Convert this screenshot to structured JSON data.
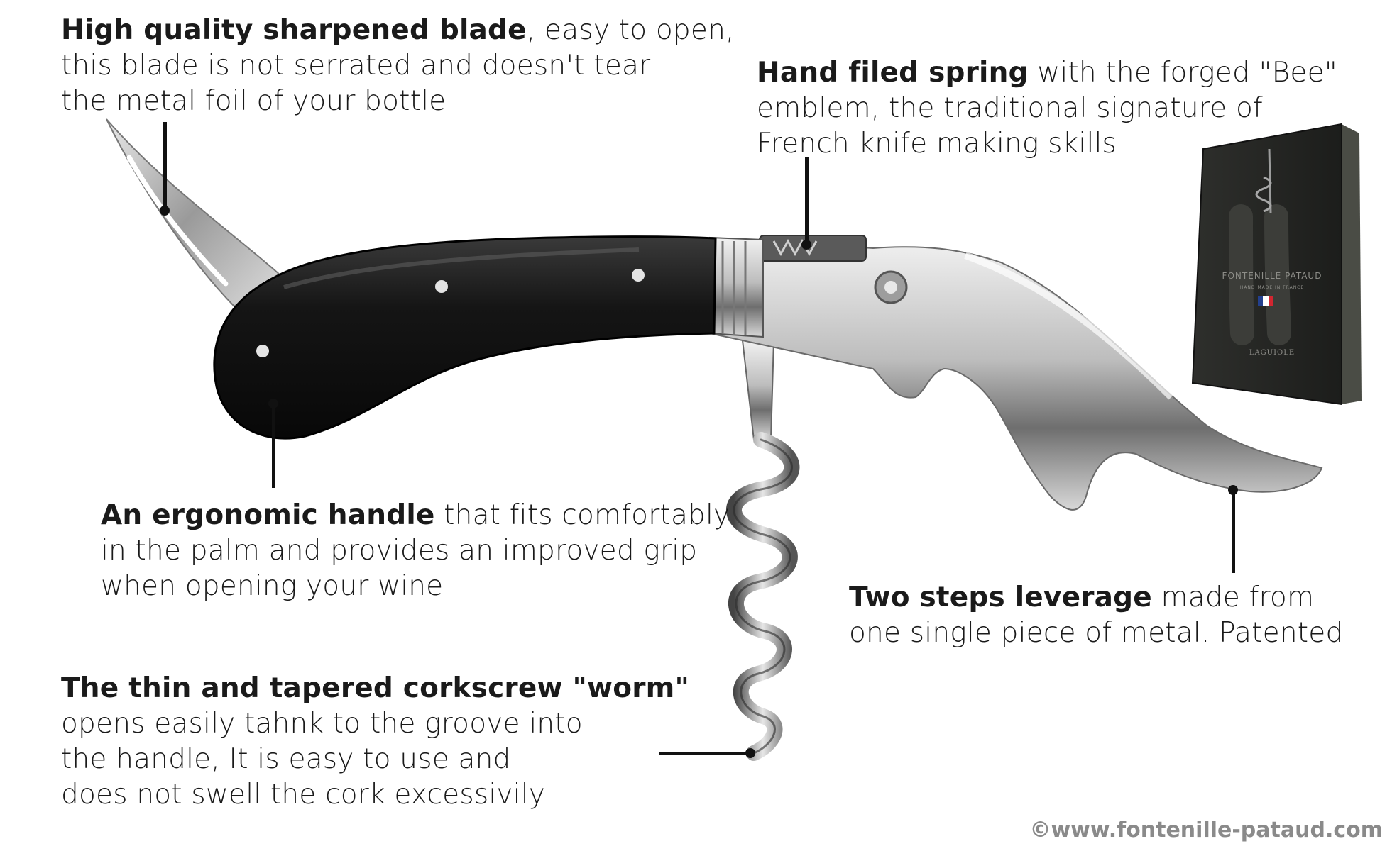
{
  "callouts": {
    "blade": {
      "bold": "High quality sharpened blade",
      "rest": ", easy to open,",
      "line2": "this blade is not serrated and doesn't tear",
      "line3": "the metal foil of your bottle"
    },
    "spring": {
      "bold": "Hand filed spring",
      "rest": " with the forged \"Bee\"",
      "line2": "emblem, the traditional signature of",
      "line3": "French knife making skills"
    },
    "handle": {
      "bold": "An ergonomic handle",
      "rest": " that fits comfortably",
      "line2": "in the palm and provides an improved grip",
      "line3": "when opening your wine"
    },
    "lever": {
      "bold": "Two steps leverage",
      "rest": " made from",
      "line2": "one single piece of metal. Patented"
    },
    "worm": {
      "bold": "The thin and tapered corkscrew \"worm\"",
      "line2": "opens easily tahnk to the groove into",
      "line3": "the handle, It is easy to use and",
      "line4": "does not swell the cork excessivily"
    }
  },
  "box": {
    "brand": "FONTENILLE PATAUD",
    "sub": "HAND MADE IN FRANCE",
    "model": "LAGUIOLE"
  },
  "copyright": "©www.fontenille-pataud.com",
  "colors": {
    "handle": "#151515",
    "metal": "#c9c9c9",
    "leader": "#111111",
    "box": "#2b2c2a"
  }
}
